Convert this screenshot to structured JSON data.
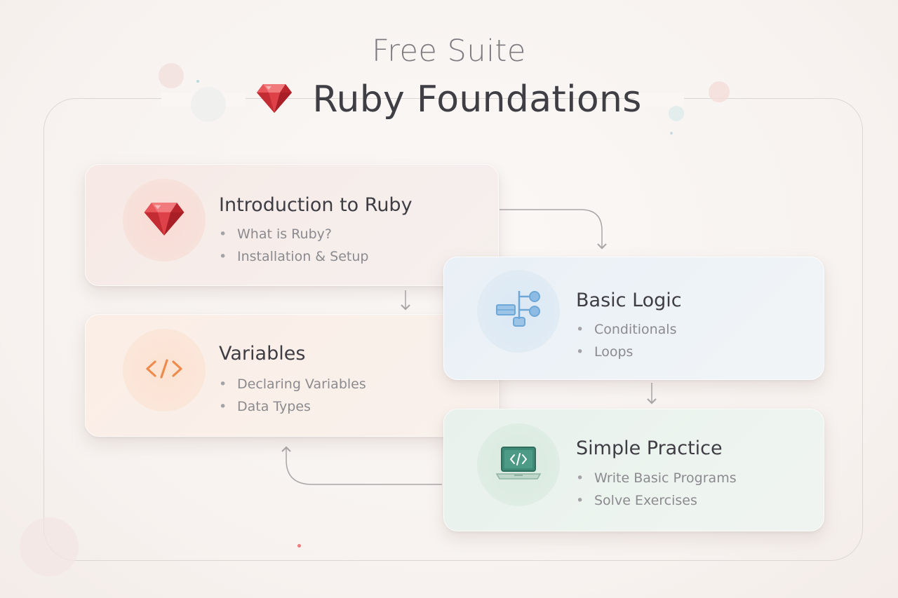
{
  "header": {
    "supertitle": "Free Suite",
    "title": "Ruby Foundations",
    "title_icon": "ruby-gem-icon"
  },
  "cards": {
    "intro": {
      "title": "Introduction to Ruby",
      "icon": "ruby-gem-icon",
      "items": [
        "What is Ruby?",
        "Installation & Setup"
      ]
    },
    "variables": {
      "title": "Variables",
      "icon": "code-brackets-icon",
      "items": [
        "Declaring Variables",
        "Data Types"
      ]
    },
    "logic": {
      "title": "Basic Logic",
      "icon": "flowchart-icon",
      "items": [
        "Conditionals",
        "Loops"
      ]
    },
    "practice": {
      "title": "Simple Practice",
      "icon": "laptop-code-icon",
      "items": [
        "Write Basic Programs",
        "Solve Exercises"
      ]
    }
  },
  "colors": {
    "ruby_red": "#d9363e",
    "code_orange": "#ee8a4c",
    "logic_blue": "#6ea8d8",
    "practice_green": "#3f8a76",
    "connector": "#a9a6a6"
  }
}
